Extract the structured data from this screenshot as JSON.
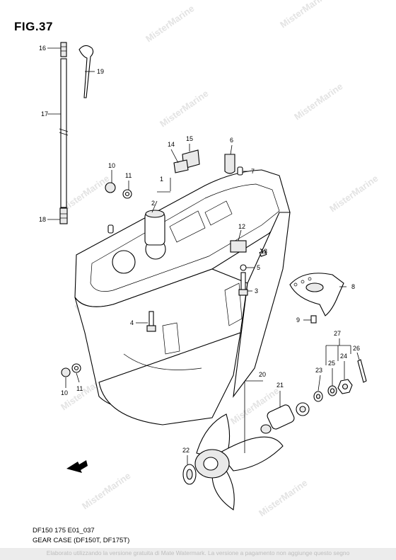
{
  "figure": {
    "title": "FIG.37",
    "code": "DF150 175 E01_037",
    "caption": "GEAR CASE (DF150T, DF175T)"
  },
  "watermark": "MisterMarine",
  "bottom_notice": "Elaborato utilizzando la versione gratuita di Mate Watermark. La versione a pagamento non aggiunge questo segno",
  "callouts": [
    "1",
    "2",
    "3",
    "4",
    "5",
    "6",
    "7",
    "8",
    "9",
    "10",
    "11",
    "12",
    "13",
    "14",
    "15",
    "16",
    "17",
    "18",
    "19",
    "20",
    "21",
    "22",
    "23",
    "24",
    "25",
    "26",
    "27",
    "10",
    "11"
  ]
}
